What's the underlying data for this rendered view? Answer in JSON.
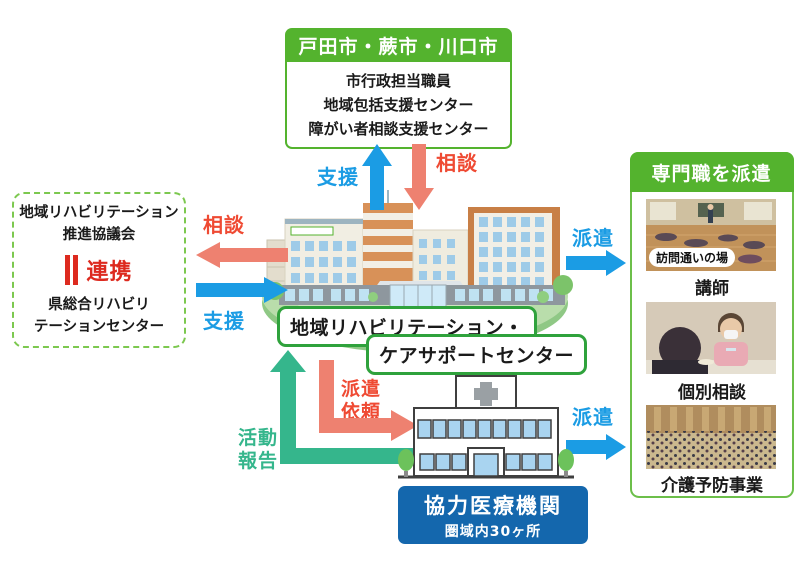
{
  "palette": {
    "green": "#54b32e",
    "green_border": "#6cbf4a",
    "teal": "#35b68c",
    "blue": "#1b9ce4",
    "salmon": "#ee8170",
    "red": "#ef4a33",
    "link_red": "#dd2a1f",
    "deep_blue": "#1467ad"
  },
  "cities_box": {
    "title": "戸田市・蕨市・川口市",
    "lines": [
      "市行政担当職員",
      "地域包括支援センター",
      "障がい者相談支援センター"
    ]
  },
  "council_box": {
    "top_line1": "地域リハビリテーション",
    "top_line2": "推進協議会",
    "link_label": "連携",
    "bottom_line1": "県総合リハビリ",
    "bottom_line2": "テーションセンター"
  },
  "center_label": {
    "line1": "地域リハビリテーション・",
    "line2": "ケアサポートセンター"
  },
  "arrows": {
    "support_up": "支援",
    "consult_down": "相談",
    "consult_left": "相談",
    "support_right": "支援",
    "dispatch_top": "派遣",
    "dispatch_request_line1": "派遣",
    "dispatch_request_line2": "依頼",
    "activity_report_line1": "活動",
    "activity_report_line2": "報告",
    "dispatch_bottom": "派遣"
  },
  "specialist_panel": {
    "title": "専門職を派遣",
    "items": [
      {
        "photo": "outreach-class-photo",
        "overlay": "訪問通いの場",
        "caption": "講師"
      },
      {
        "photo": "individual-consult-photo",
        "caption": "個別相談"
      },
      {
        "photo": "prevention-event-photo",
        "caption": "介護予防事業"
      }
    ]
  },
  "medical_box": {
    "title": "協力医療機関",
    "subtitle": "圏域内30ヶ所"
  }
}
